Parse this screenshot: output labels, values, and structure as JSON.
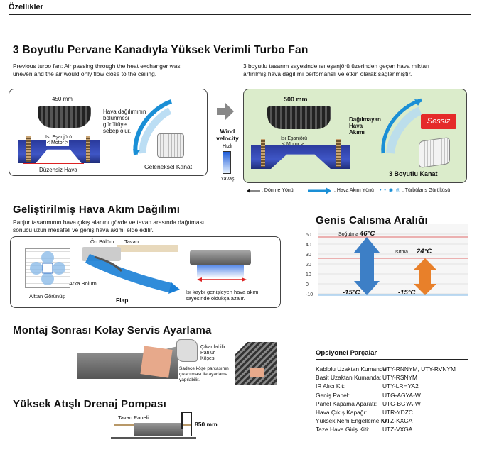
{
  "header": {
    "title": "Özellikler"
  },
  "turbo": {
    "title": "3 Boyutlu Pervane Kanadıyla Yüksek Verimli Turbo Fan",
    "left_text_1": "Previous turbo fan: Air passing through the heat exchanger was",
    "left_text_2": "uneven and the air would only flow close to the ceiling.",
    "right_text_1": "3 boyutlu tasarım sayesinde ısı eşanjörü üzerinden geçen hava miktarı",
    "right_text_2": "artırılmış hava dağılımı perfomanslı ve etkin olarak sağlanmıştır.",
    "old_dim": "450 mm",
    "new_dim": "500 mm",
    "old_note_1": "Hava dağılımının",
    "old_note_2": "bölünmesi",
    "old_note_3": "gürültüye",
    "old_note_4": "sebep olur.",
    "hex_label_1": "Isı Eşanjörü",
    "hex_label_2": "< Motor >",
    "uneven_air": "Düzensiz Hava",
    "old_blade": "Geleneksel Kanat",
    "new_note_1": "Dağılmayan",
    "new_note_2": "Hava",
    "new_note_3": "Akımı",
    "silent": "Sessiz",
    "new_blade": "3 Boyutlu Kanat",
    "wind_1": "Wind",
    "wind_2": "velocity",
    "fast": "Hızlı",
    "slow": "Yavaş",
    "legend_rotation": ": Dönme Yönü",
    "legend_flow": ": Hava Akım Yönü",
    "legend_turb": ": Türbülans Gürültüsü"
  },
  "airflow": {
    "title": "Geliştirilmiş Hava Akım Dağılımı",
    "text_1": "Panjur tasarımının hava çıkış alanını gövde ve tavan arasında dağıtması",
    "text_2": "sonucu uzun mesafeli ve geniş hava akımı elde edilir.",
    "front": "Ön Bölüm",
    "ceiling": "Tavan",
    "bottom_view": "Alttan Görünüş",
    "rear": "Arka Bölüm",
    "flap": "Flap",
    "lost_1": "Isı kaybı genişleyen hava akımı",
    "lost_2": "sayesinde oldukça azalır."
  },
  "range": {
    "title": "Geniş Çalışma Aralığı",
    "ticks": [
      "50",
      "40",
      "30",
      "20",
      "10",
      "0",
      "-10"
    ],
    "cooling_label": "Soğutma",
    "cooling_max": "46°C",
    "cooling_min": "-15°C",
    "heating_label": "Isıtma",
    "heating_max": "24°C",
    "heating_min": "-15°C",
    "cooling_color": "#3d7fc6",
    "heating_color": "#e8802a"
  },
  "service": {
    "title": "Montaj Sonrası Kolay Servis Ayarlama",
    "removable_1": "Çıkarılabilir",
    "removable_2": "Panjur",
    "removable_3": "Köşesi",
    "note_1": "Sadece köşe parçasının",
    "note_2": "çıkarılması ile ayarlama",
    "note_3": "yapılabilir."
  },
  "drain": {
    "title": "Yüksek Atışlı Drenaj Pompası",
    "ceiling_panel": "Tavan Paneli",
    "height": "850 mm"
  },
  "options": {
    "title": "Opsiyonel Parçalar",
    "rows": [
      {
        "label": "Kablolu Uzaktan Kumanda:",
        "value": "UTY-RNNYM, UTY-RVNYM"
      },
      {
        "label": "Basit Uzaktan Kumanda:",
        "value": "UTY-RSNYM"
      },
      {
        "label": "IR Alıcı Kit:",
        "value": "UTY-LRHYA2"
      },
      {
        "label": "Geniş Panel:",
        "value": "UTG-AGYA-W"
      },
      {
        "label": "Panel Kapama Aparatı:",
        "value": "UTG-BGYA-W"
      },
      {
        "label": "Hava Çıkış Kapağı:",
        "value": "UTR-YDZC"
      },
      {
        "label": "Yüksek Nem Engelleme Kiti:",
        "value": "UTZ-KXGA"
      },
      {
        "label": "Taze Hava Giriş Kiti:",
        "value": "UTZ-VXGA"
      }
    ]
  }
}
